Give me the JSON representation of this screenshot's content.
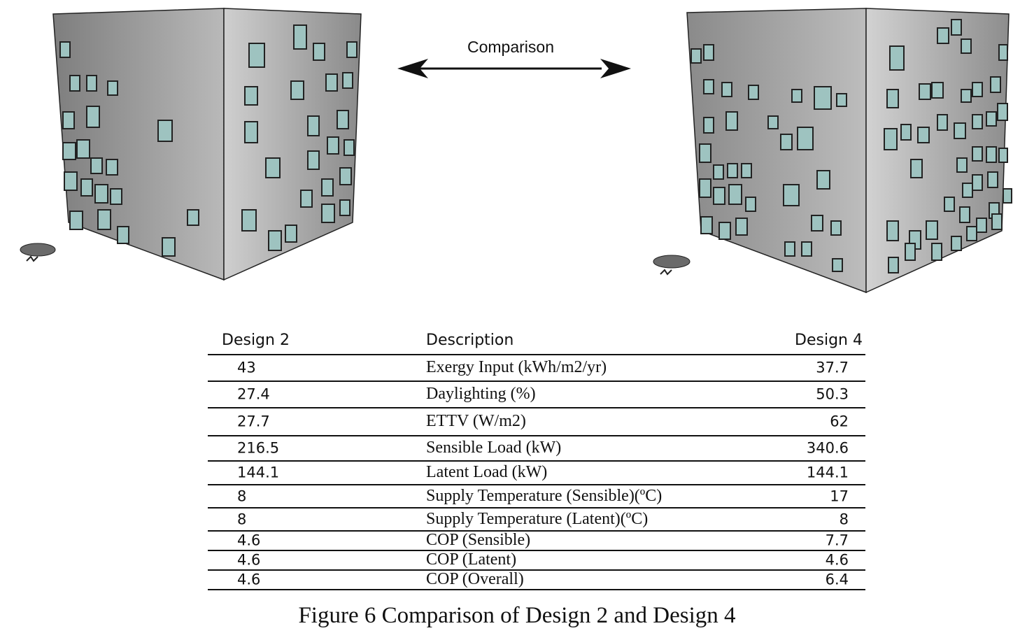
{
  "comparison_label": "Comparison",
  "table": {
    "headers": {
      "left": "Design 2",
      "middle": "Description",
      "right": "Design 4"
    },
    "rows": [
      {
        "design2": "43",
        "description": "Exergy Input (kWh/m2/yr)",
        "design4": "37.7"
      },
      {
        "design2": "27.4",
        "description": "Daylighting (%)",
        "design4": "50.3"
      },
      {
        "design2": "27.7",
        "description": "ETTV (W/m2)",
        "design4": "62"
      },
      {
        "design2": "216.5",
        "description": "Sensible Load (kW)",
        "design4": "340.6"
      },
      {
        "design2": "144.1",
        "description": "Latent Load (kW)",
        "design4": "144.1"
      },
      {
        "design2": "8",
        "description": "Supply Temperature (Sensible)(ºC)",
        "design4": "17"
      },
      {
        "design2": "8",
        "description": "Supply Temperature (Latent)(ºC)",
        "design4": "8"
      },
      {
        "design2": "4.6",
        "description": "COP (Sensible)",
        "design4": "7.7"
      },
      {
        "design2": "4.6",
        "description": "COP (Latent)",
        "design4": "4.6"
      },
      {
        "design2": "4.6",
        "description": "COP (Overall)",
        "design4": "6.4"
      }
    ]
  },
  "caption": "Figure 6 Comparison of Design 2 and Design 4",
  "colors": {
    "cube_front": "#8f8f8f",
    "cube_side": "#a9a9a9",
    "window_fill": "#9ec3c0",
    "ink": "#111111"
  }
}
